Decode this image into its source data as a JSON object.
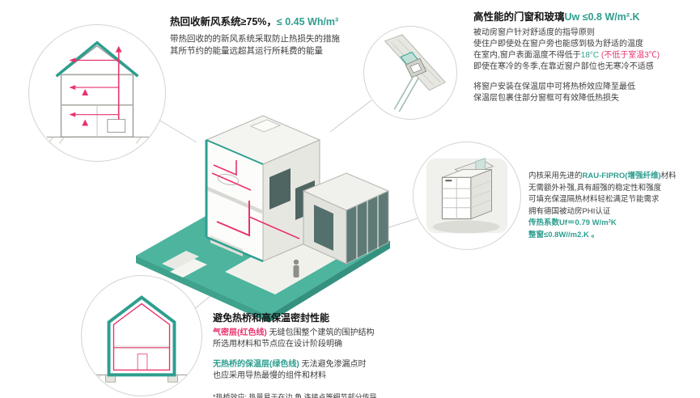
{
  "colors": {
    "teal": "#2E9E8F",
    "red": "#E8336D",
    "ink": "#141414",
    "body": "#3d3d3d"
  },
  "callouts": {
    "ventilation": {
      "title_main": "热回收新风系统≥75%，",
      "title_value": "≤ 0.45 Wh/m³",
      "body": [
        "带热回收的的新风系统采取防止热损失的措施",
        "其所节约的能量远超其运行所耗费的能量"
      ]
    },
    "windows": {
      "title_main": "高性能的门窗和玻璃",
      "title_value": "Uw ≤0.8 W/m².K",
      "p1": [
        "被动房窗户针对舒适度的指导原则",
        "使住户即使处在窗户旁也能感到极为舒适的温度"
      ],
      "temp_line": {
        "pre": "在室内,窗户表面温度不得低于",
        "green": "18°C",
        "red": " (不低于室温3℃)"
      },
      "p1b": "即使在寒冷的冬季,在靠近窗户部位也无寒冷不适感",
      "p2": [
        "将窗户安装在保温层中可将热桥效应降至最低",
        "保温层包裹住部分窗框可有效降低热损失"
      ]
    },
    "frame": {
      "l1": {
        "pre": "内核采用先进的",
        "green": "RAU-FIPRO(增强纤维)",
        "post": "材料"
      },
      "body": [
        "无需额外补强,具有超强的稳定性和强度",
        "可填充保温隔热材料轻松满足节能需求",
        "拥有德国被动房PHI认证"
      ],
      "u_value": "传热系数Uf＝0.79 W/m²K",
      "whole_window": "整窗≤0.8W//m2.K 。"
    },
    "thermal": {
      "title": "避免热桥和高保温密封性能",
      "l1_red": "气密层(红色线)",
      "l1_rest": " 无缝包围整个建筑的围护结构",
      "l2": "所选用材料和节点应在设计阶段明确",
      "l3_green": "无热桥的保温层(绿色线)",
      "l3_rest": " 无法避免渗漏点时",
      "l4": "也应采用导热最慢的组件和材料",
      "note": "*热桥效应: 热量易于在边,角,连接点等细节部分传导"
    }
  }
}
